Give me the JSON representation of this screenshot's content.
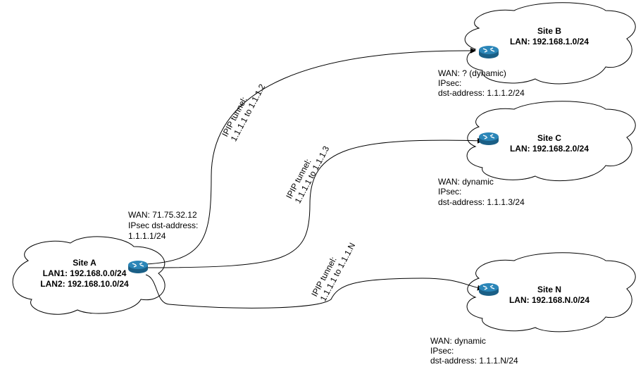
{
  "sites": {
    "a": {
      "name": "Site A",
      "lan1": "LAN1: 192.168.0.0/24",
      "lan2": "LAN2: 192.168.10.0/24",
      "info": [
        "WAN: 71.75.32.12",
        "IPsec dst-address:",
        "1.1.1.1/24"
      ]
    },
    "b": {
      "name": "Site B",
      "lan": "LAN: 192.168.1.0/24",
      "info": [
        "WAN: ? (dynamic)",
        "IPsec:",
        "dst-address: 1.1.1.2/24"
      ]
    },
    "c": {
      "name": "Site C",
      "lan": "LAN: 192.168.2.0/24",
      "info": [
        "WAN: dynamic",
        "IPsec:",
        "dst-address: 1.1.1.3/24"
      ]
    },
    "n": {
      "name": "Site N",
      "lan": "LAN: 192.168.N.0/24",
      "info": [
        "WAN: dynamic",
        "IPsec:",
        "dst-address: 1.1.1.N/24"
      ]
    }
  },
  "tunnels": {
    "b": {
      "line1": "IPIP tunnel:",
      "line2": "1.1.1.1 to 1.1.1.2"
    },
    "c": {
      "line1": "IPIP tunnel:",
      "line2": "1.1.1.1 to 1.1.1.3"
    },
    "n": {
      "line1": "IPIP tunnel:",
      "line2": "1.1.1.1 to 1.1.1.N"
    }
  },
  "colors": {
    "router": "#1f6e99",
    "router_top": "#2b86b8",
    "line": "#000000"
  }
}
